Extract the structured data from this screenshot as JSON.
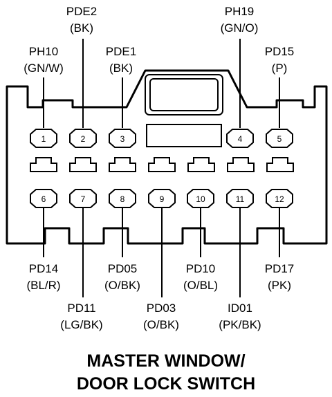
{
  "pins": [
    {
      "num": "1"
    },
    {
      "num": "2"
    },
    {
      "num": "3"
    },
    {
      "num": "4"
    },
    {
      "num": "5"
    },
    {
      "num": "6"
    },
    {
      "num": "7"
    },
    {
      "num": "8"
    },
    {
      "num": "9"
    },
    {
      "num": "10"
    },
    {
      "num": "11"
    },
    {
      "num": "12"
    }
  ],
  "labels_top": [
    {
      "pin": "1",
      "code": "PH10",
      "color": "(GN/W)"
    },
    {
      "pin": "2",
      "code": "PDE2",
      "color": "(BK)"
    },
    {
      "pin": "3",
      "code": "PDE1",
      "color": "(BK)"
    },
    {
      "pin": "4",
      "code": "PH19",
      "color": "(GN/O)"
    },
    {
      "pin": "5",
      "code": "PD15",
      "color": "(P)"
    }
  ],
  "labels_bottom": [
    {
      "pin": "6",
      "code": "PD14",
      "color": "(BL/R)"
    },
    {
      "pin": "7",
      "code": "PD11",
      "color": "(LG/BK)"
    },
    {
      "pin": "8",
      "code": "PD05",
      "color": "(O/BK)"
    },
    {
      "pin": "9",
      "code": "PD03",
      "color": "(O/BK)"
    },
    {
      "pin": "10",
      "code": "PD10",
      "color": "(O/BL)"
    },
    {
      "pin": "11",
      "code": "ID01",
      "color": "(PK/BK)"
    },
    {
      "pin": "12",
      "code": "PD17",
      "color": "(PK)"
    }
  ],
  "title": {
    "line1": "MASTER WINDOW/",
    "line2": "DOOR LOCK SWITCH"
  }
}
